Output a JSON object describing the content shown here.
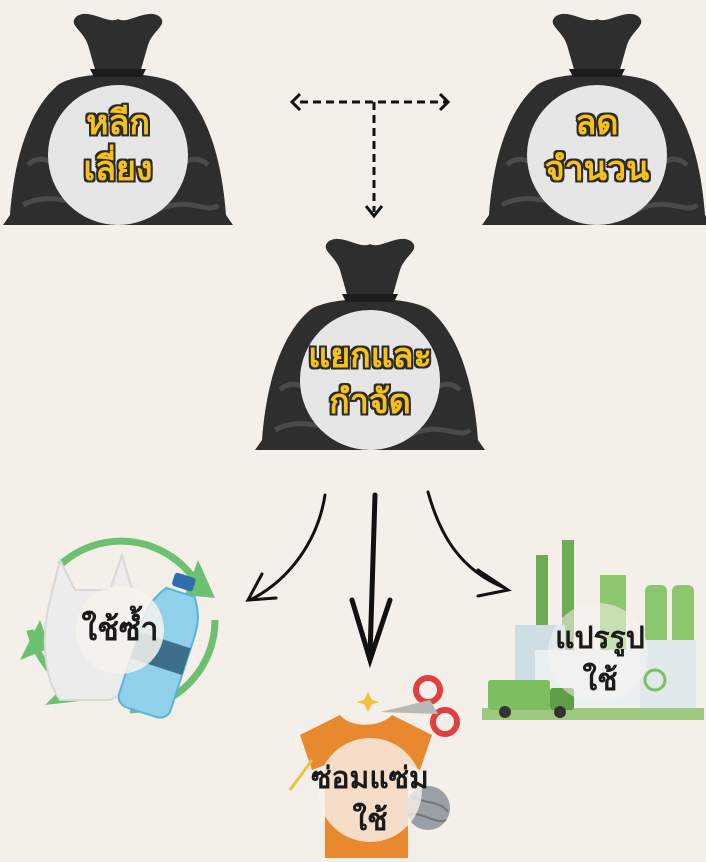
{
  "bags": {
    "avoid": {
      "line1": "หลีก",
      "line2": "เลี่ยง"
    },
    "reduce": {
      "line1": "ลด",
      "line2": "จำนวน"
    },
    "sort": {
      "line1": "แยกและ",
      "line2": "กำจัด"
    }
  },
  "items": {
    "reuse": {
      "label": "ใช้ซ้ำ"
    },
    "repair": {
      "line1": "ซ่อมแซ่ม",
      "line2": "ใช้"
    },
    "recycle": {
      "line1": "แปรรูป",
      "line2": "ใช้"
    }
  },
  "colors": {
    "background": "#f4f0e9",
    "bag": "#2e2e2e",
    "label_yellow": "#f7c217",
    "recycle_green": "#6cc070",
    "shirt_orange": "#e8892f",
    "factory_green": "#7dbf5e"
  },
  "icons": [
    "garbage-bag-icon",
    "recycle-arrows-icon",
    "plastic-bottle-icon",
    "shirt-icon",
    "scissors-icon",
    "factory-icon",
    "truck-icon"
  ]
}
